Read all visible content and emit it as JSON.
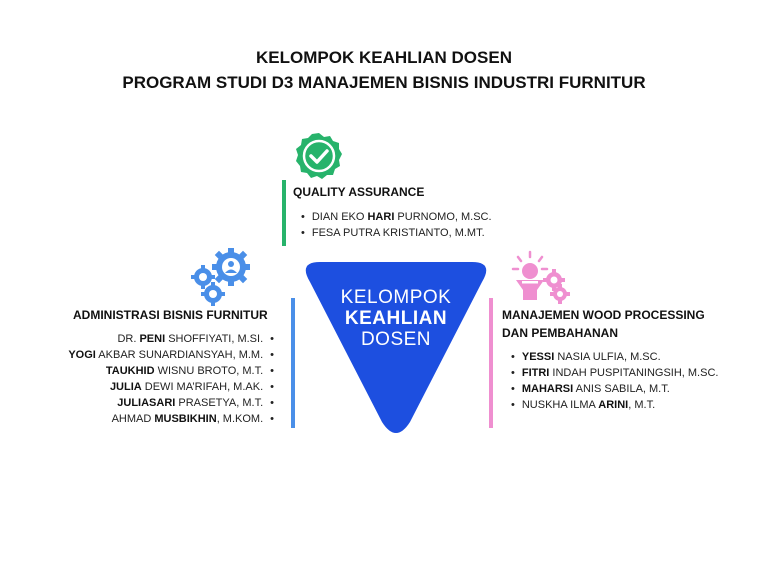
{
  "title": {
    "line1": "KELOMPOK KEAHLIAN DOSEN",
    "line2": "PROGRAM STUDI D3 MANAJEMEN BISNIS INDUSTRI FURNITUR"
  },
  "center": {
    "line1": "KELOMPOK",
    "line2": "KEAHLIAN",
    "line3": "DOSEN"
  },
  "colors": {
    "center": "#1d4fe0",
    "quality": "#27b36b",
    "admin": "#4a8fe8",
    "wood": "#ef8fd0"
  },
  "groups": {
    "quality": {
      "icon": "checkmark-badge-icon",
      "heading": "QUALITY ASSURANCE",
      "members": [
        {
          "pre": "DIAN EKO ",
          "bold": "HARI",
          "post": " PURNOMO, M.SC."
        },
        {
          "pre": "FESA PUTRA KRISTIANTO, M.MT.",
          "bold": "",
          "post": ""
        }
      ]
    },
    "admin": {
      "icon": "gears-user-icon",
      "heading": "ADMINISTRASI BISNIS FURNITUR",
      "members": [
        {
          "pre": "DR. ",
          "bold": "PENI",
          "post": " SHOFFIYATI, M.SI."
        },
        {
          "pre": "",
          "bold": "YOGI",
          "post": " AKBAR SUNARDIANSYAH, M.M."
        },
        {
          "pre": "",
          "bold": "TAUKHID",
          "post": " WISNU BROTO, M.T."
        },
        {
          "pre": "",
          "bold": "JULIA",
          "post": " DEWI MA’RIFAH, M.AK."
        },
        {
          "pre": "",
          "bold": "JULIASARI",
          "post": " PRASETYA, M.T."
        },
        {
          "pre": "AHMAD ",
          "bold": "MUSBIKHIN",
          "post": ", M.KOM."
        }
      ]
    },
    "wood": {
      "icon": "lightbulb-gears-icon",
      "heading_line1": "MANAJEMEN WOOD PROCESSING",
      "heading_line2": "DAN PEMBAHANAN",
      "members": [
        {
          "pre": "",
          "bold": "YESSI",
          "post": " NASIA ULFIA, M.SC."
        },
        {
          "pre": "",
          "bold": "FITRI",
          "post": " INDAH PUSPITANINGSIH, M.SC."
        },
        {
          "pre": "",
          "bold": "MAHARSI",
          "post": " ANIS SABILA, M.T."
        },
        {
          "pre": "NUSKHA ILMA ",
          "bold": "ARINI",
          "post": ", M.T."
        }
      ]
    }
  }
}
